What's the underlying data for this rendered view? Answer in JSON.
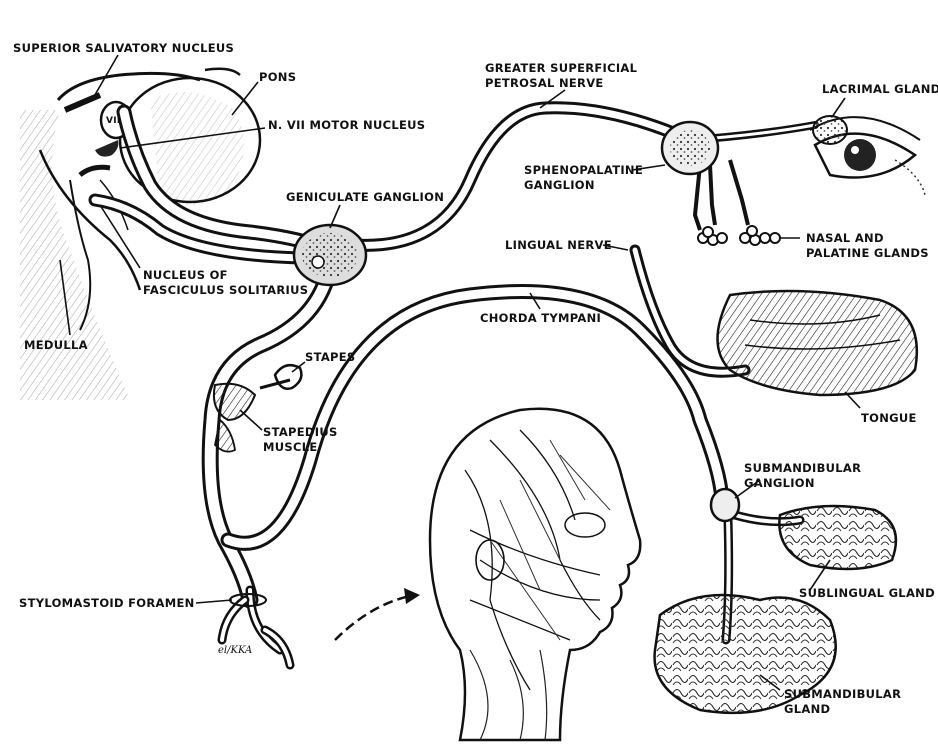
{
  "labels": {
    "superior_salivatory_nucleus": "SUPERIOR SALIVATORY NUCLEUS",
    "pons": "PONS",
    "n_vii_motor_nucleus": "N. VII MOTOR NUCLEUS",
    "vii": "VII",
    "geniculate_ganglion": "GENICULATE GANGLION",
    "nucleus_of_fasciculus_solitarius": "NUCLEUS OF\nFASCICULUS SOLITARIUS",
    "medulla": "MEDULLA",
    "greater_superficial_petrosal_nerve": "GREATER SUPERFICIAL\nPETROSAL NERVE",
    "lacrimal_gland": "LACRIMAL GLAND",
    "sphenopalatine_ganglion": "SPHENOPALATINE\nGANGLION",
    "nasal_and_palatine_glands": "NASAL AND\nPALATINE GLANDS",
    "lingual_nerve": "LINGUAL NERVE",
    "chorda_tympani": "CHORDA TYMPANI",
    "stapes": "STAPES",
    "stapedius_muscle": "STAPEDIUS\nMUSCLE",
    "tongue": "TONGUE",
    "submandibular_ganglion": "SUBMANDIBULAR\nGANGLION",
    "sublingual_gland": "SUBLINGUAL GLAND",
    "stylomastoid_foramen": "STYLOMASTOID FORAMEN",
    "submandibular_gland": "SUBMANDIBULAR\nGLAND",
    "signature": "el/KKA"
  }
}
